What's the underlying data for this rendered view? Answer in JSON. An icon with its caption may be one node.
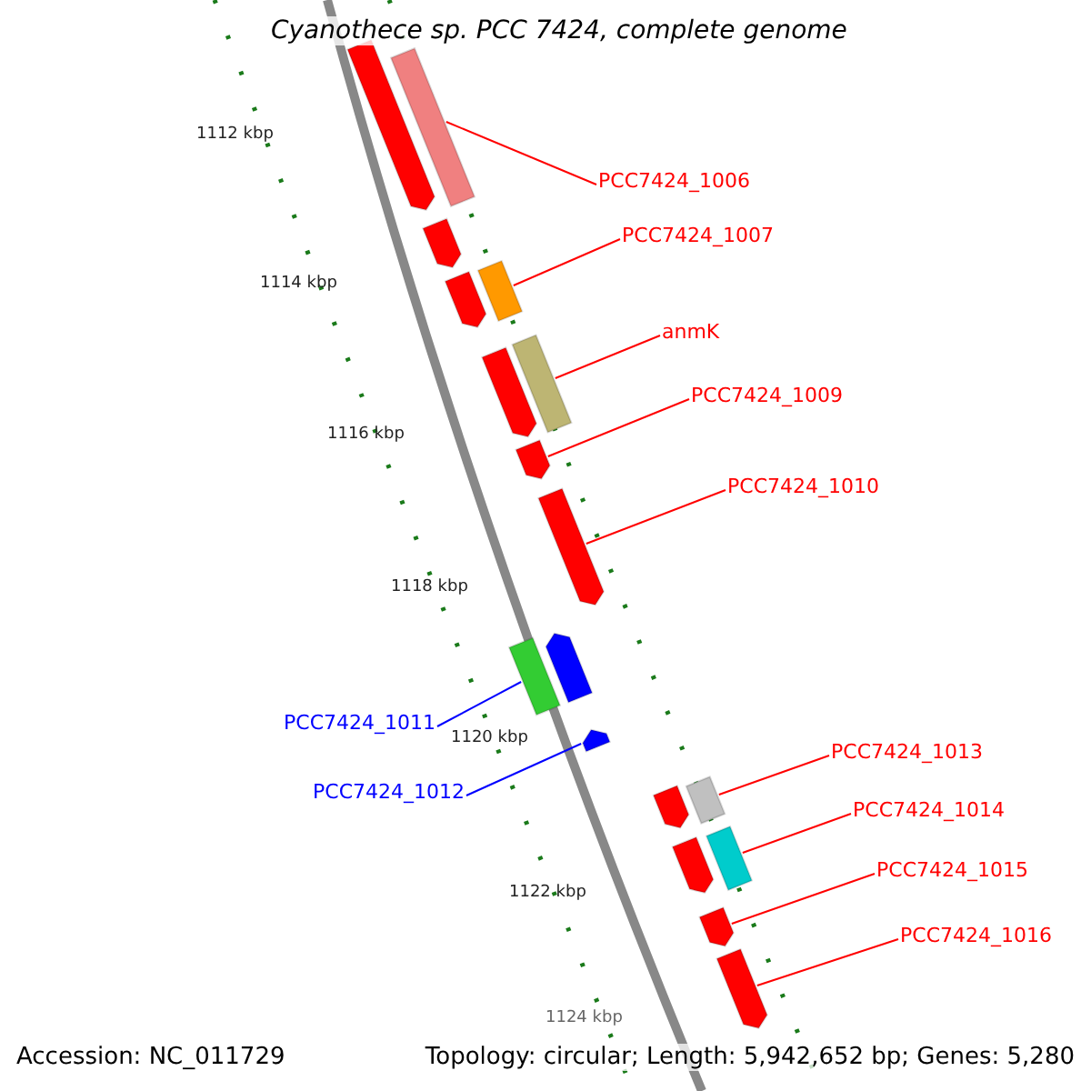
{
  "diagram": {
    "title": "Cyanothece sp. PCC 7424, complete genome",
    "nodes": [
      {
        "text": [],
        "shape": "bar"
      },
      {
        "text": [],
        "shape": "bar"
      },
      {
        "text": [],
        "shape": "bar"
      },
      {
        "text": [],
        "shape": "bar"
      },
      {
        "text": [],
        "shape": "bar"
      },
      {
        "text": [],
        "shape": "bar"
      },
      {
        "text": [],
        "shape": "bar"
      },
      {
        "text": [],
        "shape": "bar"
      },
      {
        "text": [],
        "shape": "bar"
      },
      {
        "text": [],
        "shape": "bar"
      },
      {
        "text": [],
        "shape": "bar"
      },
      {
        "text": [],
        "shape": "bar"
      },
      {
        "text": [],
        "shape": "bar"
      },
      {
        "text": [],
        "shape": "bar"
      },
      {
        "text": [],
        "shape": "bar"
      },
      {
        "text": [],
        "shape": "bar"
      },
      {
        "text": [],
        "shape": "bar"
      },
      {
        "text": [],
        "shape": "bar"
      },
      {
        "text": [
          "PCC7424_1006"
        ]
      },
      {
        "text": [
          "PCC7424_1007"
        ]
      },
      {
        "text": [
          "anmK"
        ]
      },
      {
        "text": [
          "PCC7424_1009"
        ]
      },
      {
        "text": [
          "PCC7424_1010"
        ]
      },
      {
        "text": [
          "PCC7424_1011"
        ]
      },
      {
        "text": [
          "PCC7424_1012"
        ]
      },
      {
        "text": [
          "PCC7424_1013"
        ]
      },
      {
        "text": [
          "PCC7424_1014"
        ]
      },
      {
        "text": [
          "PCC7424_1015"
        ]
      },
      {
        "text": [
          "PCC7424_1016"
        ]
      }
    ],
    "edges": [
      {
        "from": 18,
        "to": 0,
        "arrow": "none"
      },
      {
        "from": 19,
        "to": 4,
        "arrow": "none"
      },
      {
        "from": 20,
        "to": 6,
        "arrow": "none"
      },
      {
        "from": 21,
        "to": 7,
        "arrow": "none"
      },
      {
        "from": 22,
        "to": 8,
        "arrow": "none"
      },
      {
        "from": 23,
        "to": 9,
        "arrow": "none",
        "color": "#0000ff"
      },
      {
        "from": 24,
        "to": 11,
        "arrow": "none",
        "color": "#0000ff"
      },
      {
        "from": 25,
        "to": 13,
        "arrow": "none"
      },
      {
        "from": 26,
        "to": 15,
        "arrow": "none"
      },
      {
        "from": 27,
        "to": 16,
        "arrow": "none"
      },
      {
        "from": 28,
        "to": 17,
        "arrow": "none"
      }
    ],
    "labels": [
      "1112 kbp",
      "1114 kbp",
      "1116 kbp",
      "1118 kbp",
      "1120 kbp",
      "1122 kbp",
      "1124 kbp",
      "Accession: NC_011729",
      "Topology: circular; Length: 5,942,652 bp; Genes: 5,280"
    ]
  }
}
